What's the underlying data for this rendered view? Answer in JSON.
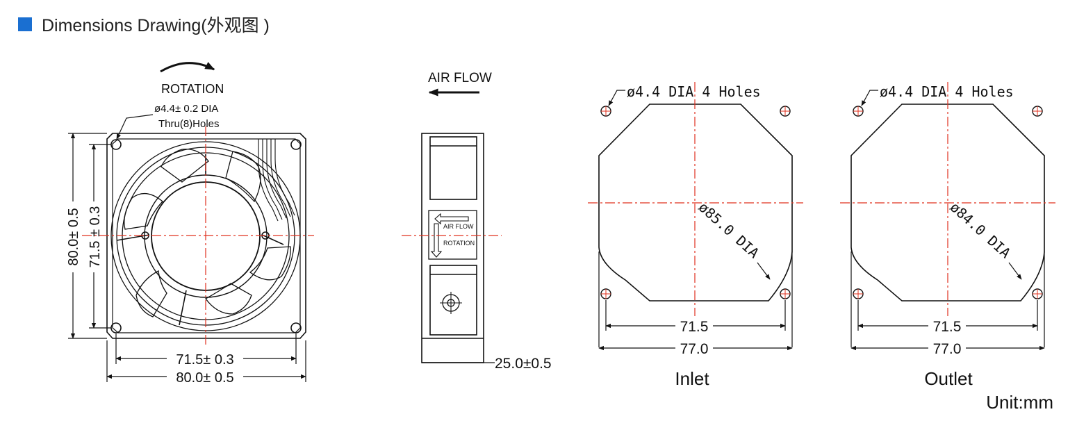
{
  "header": {
    "title": "Dimensions Drawing(外观图 )",
    "bullet_color": "#1a6fd1"
  },
  "front": {
    "rotation_label": "ROTATION",
    "hole_note_1": "ø4.4± 0.2 DIA",
    "hole_note_2": "Thru(8)Holes",
    "dim_outer_v": "80.0± 0.5",
    "dim_inner_v": "71.5 ± 0.3",
    "dim_inner_h": "71.5± 0.3",
    "dim_outer_h": "80.0± 0.5"
  },
  "side": {
    "airflow_label": "AIR FLOW",
    "label_airflow_small": "AIR FLOW",
    "label_rotation_small": "ROTATION",
    "depth": "25.0±0.5"
  },
  "inlet": {
    "hole_note": "ø4.4 DIA 4 Holes",
    "diameter": "ø85.0 DIA",
    "dim_inner": "71.5",
    "dim_outer": "77.0",
    "caption": "Inlet"
  },
  "outlet": {
    "hole_note": "ø4.4 DIA 4 Holes",
    "diameter": "ø84.0 DIA",
    "dim_inner": "71.5",
    "dim_outer": "77.0",
    "caption": "Outlet"
  },
  "unit": "Unit:mm",
  "colors": {
    "line": "#111111",
    "centerline": "#e0301e"
  }
}
